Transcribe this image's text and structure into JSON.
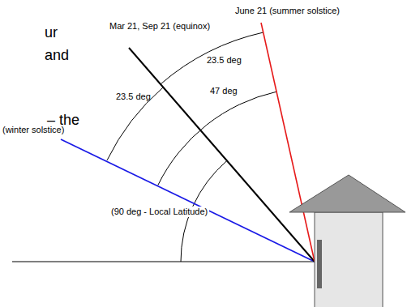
{
  "diagram": {
    "labels": [
      "ur",
      "and",
      "– the",
      "June 21 (summer solstice)",
      "Mar 21, Sep 21 (equinox)",
      "(winter solstice)",
      "23.5 deg",
      "47 deg",
      "23.5 deg",
      "(90 deg - Local Latitude)"
    ]
  }
}
